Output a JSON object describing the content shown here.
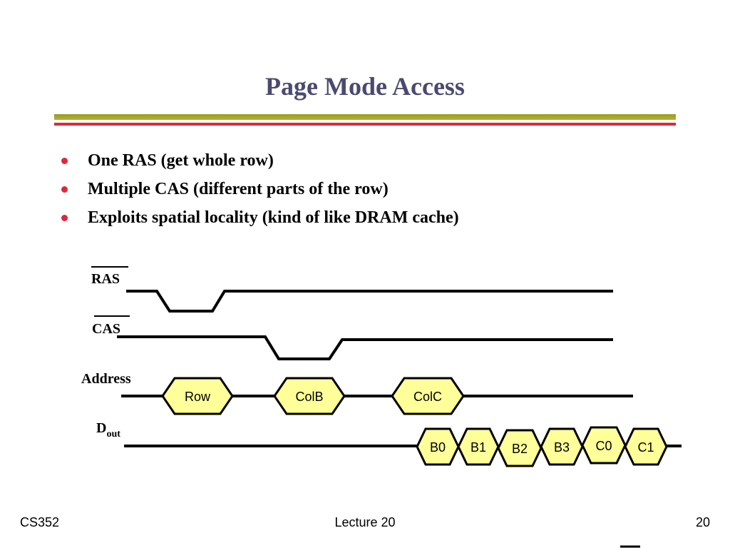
{
  "slide": {
    "title": "Page Mode Access",
    "bullets": [
      "One RAS (get whole row)",
      "Multiple CAS (different parts of the row)",
      "Exploits spatial locality (kind of like DRAM cache)"
    ]
  },
  "timing": {
    "ras_label": "RAS",
    "cas_label": "CAS",
    "address_label": "Address",
    "dout_label_main": "D",
    "dout_label_sub": "out",
    "address_boxes": [
      "Row",
      "ColB",
      "ColC"
    ],
    "dout_boxes": [
      "B0",
      "B1",
      "B2",
      "B3",
      "C0",
      "C1"
    ]
  },
  "footer": {
    "left": "CS352",
    "center": "Lecture 20",
    "right": "20"
  },
  "colors": {
    "title": "#4a4a70",
    "bullet_dot": "#e0283a",
    "box_fill": "#ffff99",
    "rule_olive": "#9a9a20",
    "rule_red": "#e0283a"
  }
}
